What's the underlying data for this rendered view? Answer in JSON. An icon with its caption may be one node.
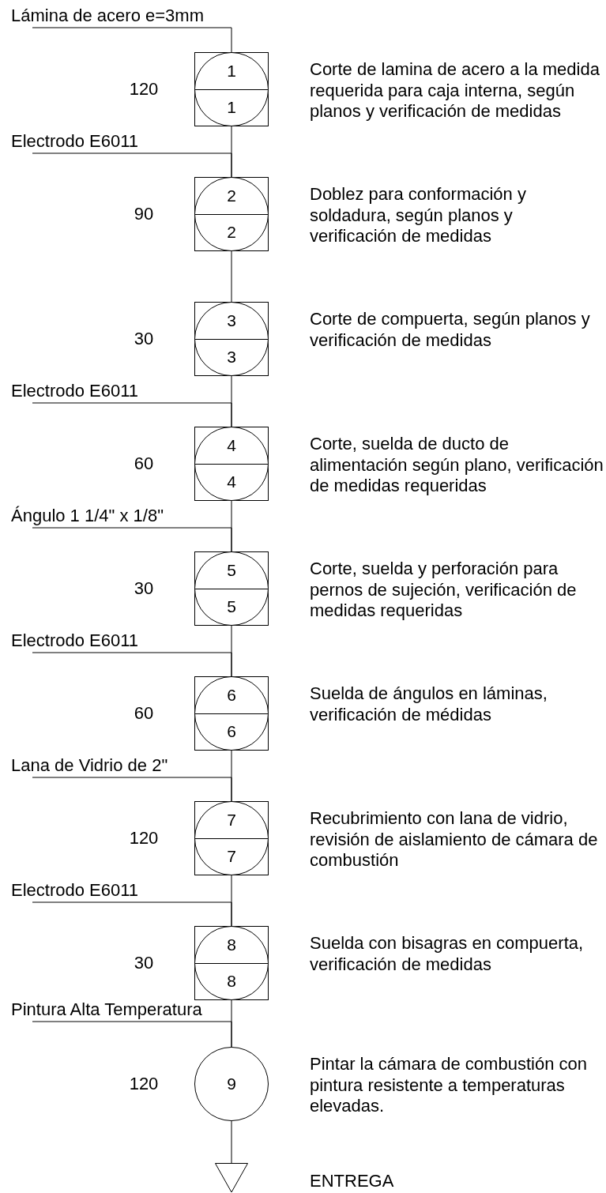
{
  "diagram": {
    "nodes": [
      {
        "text": [
          "Lámina de acero e=3mm"
        ]
      },
      {
        "text": [
          "1",
          "1"
        ],
        "beside": [
          "120",
          "Corte de lamina de acero a la medida requerida para caja interna, según planos y verificación de medidas"
        ]
      },
      {
        "text": [
          "Electrodo E6011"
        ]
      },
      {
        "text": [
          "2",
          "2"
        ],
        "beside": [
          "90",
          "Doblez para conformación y soldadura, según planos y verificación de medidas"
        ]
      },
      {
        "text": [
          "3",
          "3"
        ],
        "beside": [
          "30",
          "Corte de compuerta, según planos y verificación de medidas"
        ]
      },
      {
        "text": [
          "Electrodo E6011"
        ]
      },
      {
        "text": [
          "4",
          "4"
        ],
        "beside": [
          "60",
          "Corte, suelda de ducto de alimentación según plano, verificación de medidas requeridas"
        ]
      },
      {
        "text": [
          "Ángulo 1 1/4\" x 1/8\""
        ]
      },
      {
        "text": [
          "5",
          "5"
        ],
        "beside": [
          "30",
          "Corte, suelda y perforación para pernos de sujeción, verificación de medidas requeridas"
        ]
      },
      {
        "text": [
          "Electrodo E6011"
        ]
      },
      {
        "text": [
          "6",
          "6"
        ],
        "beside": [
          "60",
          "Suelda de ángulos en láminas, verificación de médidas"
        ]
      },
      {
        "text": [
          "Lana de Vidrio de 2\""
        ]
      },
      {
        "text": [
          "7",
          "7"
        ],
        "beside": [
          "120",
          "Recubrimiento con lana de vidrio, revisión de aislamiento de cámara de combustión"
        ]
      },
      {
        "text": [
          "Electrodo E6011"
        ]
      },
      {
        "text": [
          "8",
          "8"
        ],
        "beside": [
          "30",
          "Suelda con bisagras en compuerta, verificación de medidas"
        ]
      },
      {
        "text": [
          "Pintura Alta Temperatura"
        ]
      },
      {
        "text": [
          "9"
        ],
        "beside": [
          "120",
          "Pintar la cámara de combustión con pintura resistente a temperaturas elevadas."
        ]
      },
      {
        "text": [],
        "shape": "triangle"
      }
    ],
    "edges": [
      {
        "from": 0,
        "to": 1,
        "arrow": "none"
      },
      {
        "from": 1,
        "to": 3,
        "arrow": "none"
      },
      {
        "from": 2,
        "to": 3,
        "arrow": "none"
      },
      {
        "from": 3,
        "to": 4,
        "arrow": "none"
      },
      {
        "from": 4,
        "to": 6,
        "arrow": "none"
      },
      {
        "from": 5,
        "to": 6,
        "arrow": "none"
      },
      {
        "from": 6,
        "to": 8,
        "arrow": "none"
      },
      {
        "from": 7,
        "to": 8,
        "arrow": "none"
      },
      {
        "from": 8,
        "to": 10,
        "arrow": "none"
      },
      {
        "from": 9,
        "to": 10,
        "arrow": "none"
      },
      {
        "from": 10,
        "to": 12,
        "arrow": "none"
      },
      {
        "from": 11,
        "to": 12,
        "arrow": "none"
      },
      {
        "from": 12,
        "to": 14,
        "arrow": "none"
      },
      {
        "from": 13,
        "to": 14,
        "arrow": "none"
      },
      {
        "from": 14,
        "to": 16,
        "arrow": "none"
      },
      {
        "from": 15,
        "to": 16,
        "arrow": "none"
      },
      {
        "from": 16,
        "to": 17,
        "arrow": "none"
      }
    ],
    "labels": [
      "ENTREGA"
    ]
  }
}
